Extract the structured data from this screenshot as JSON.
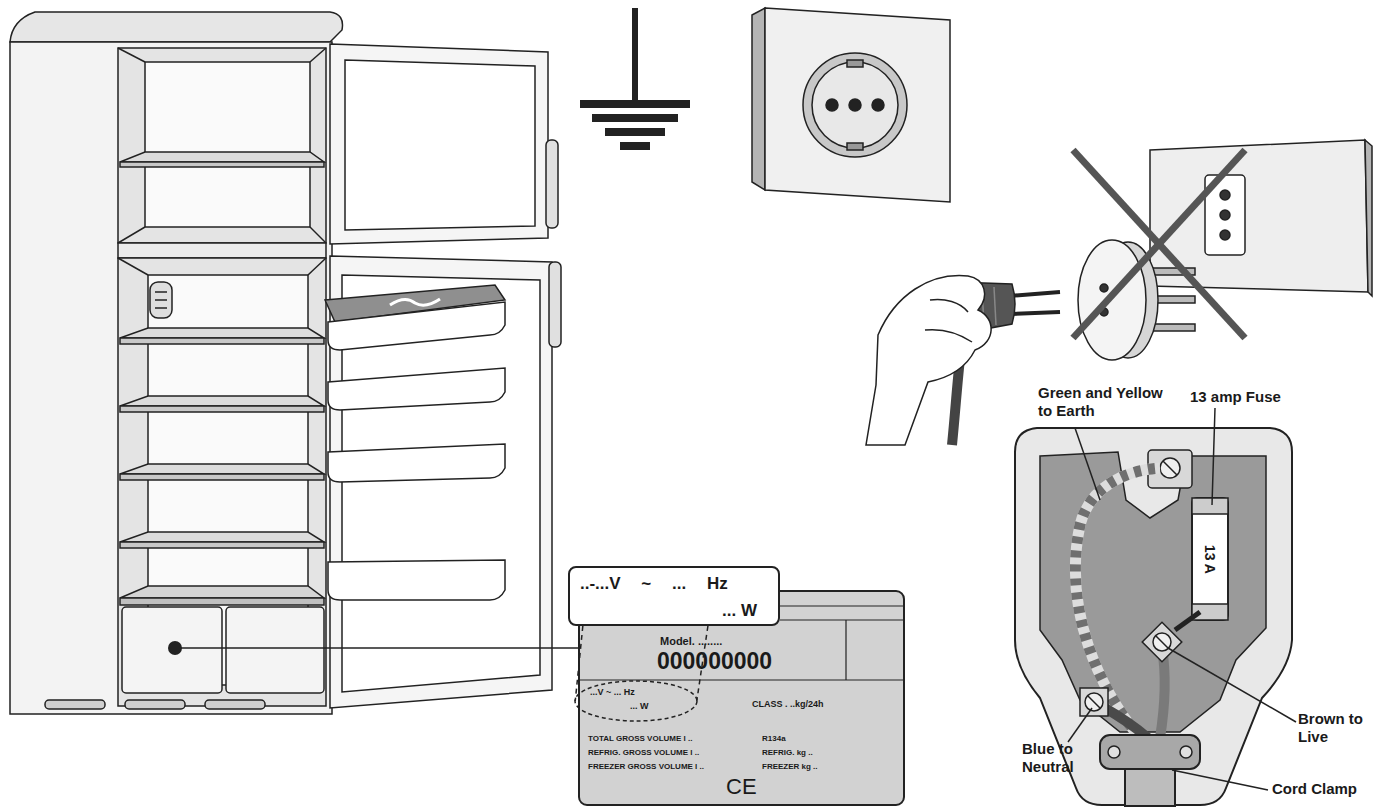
{
  "diagram": {
    "nodes": [
      {
        "text": [
          "..-...V ~ ... Hz",
          "... W"
        ]
      },
      {
        "text": [
          "Model. ........",
          "000000000",
          "CLASS . ..kg/24h",
          "TOTAL GROSS VOLUME l ..",
          "R134a",
          "REFRIG. GROSS VOLUME l ..",
          "REFRIG. kg ..",
          "FREEZER GROSS VOLUME l ..",
          "FREEZER kg ..",
          "CE"
        ]
      },
      {
        "text": [
          "...V ~ ... Hz",
          "... W"
        ],
        "in": 1
      }
    ],
    "edges": [
      {
        "from": 0,
        "to": 2,
        "arrow": "none"
      }
    ],
    "labels": [
      "Green and Yellow to Earth",
      "13 amp Fuse",
      "13 A",
      "Blue to Neutral",
      "Brown to Live",
      "Cord Clamp"
    ]
  }
}
